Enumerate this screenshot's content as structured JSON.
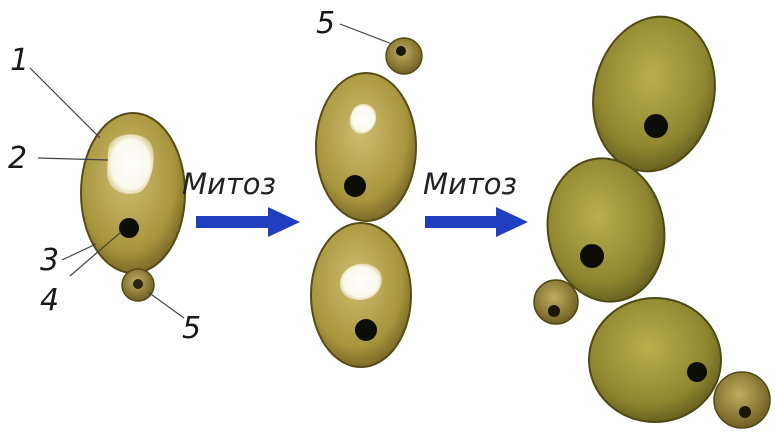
{
  "labels": {
    "n1": "1",
    "n2": "2",
    "n3": "3",
    "n4": "4",
    "n5_left": "5",
    "n5_top": "5"
  },
  "arrows": [
    {
      "text": "Митоз"
    },
    {
      "text": "Митоз"
    }
  ],
  "colors": {
    "cell_fill_light": "#c8b464",
    "cell_fill_dark": "#8c7a2c",
    "cell_edge": "#5a4a18",
    "nucleus": "#0d0d08",
    "vacuole": "#ffffff",
    "arrow": "#1f3fc0"
  }
}
